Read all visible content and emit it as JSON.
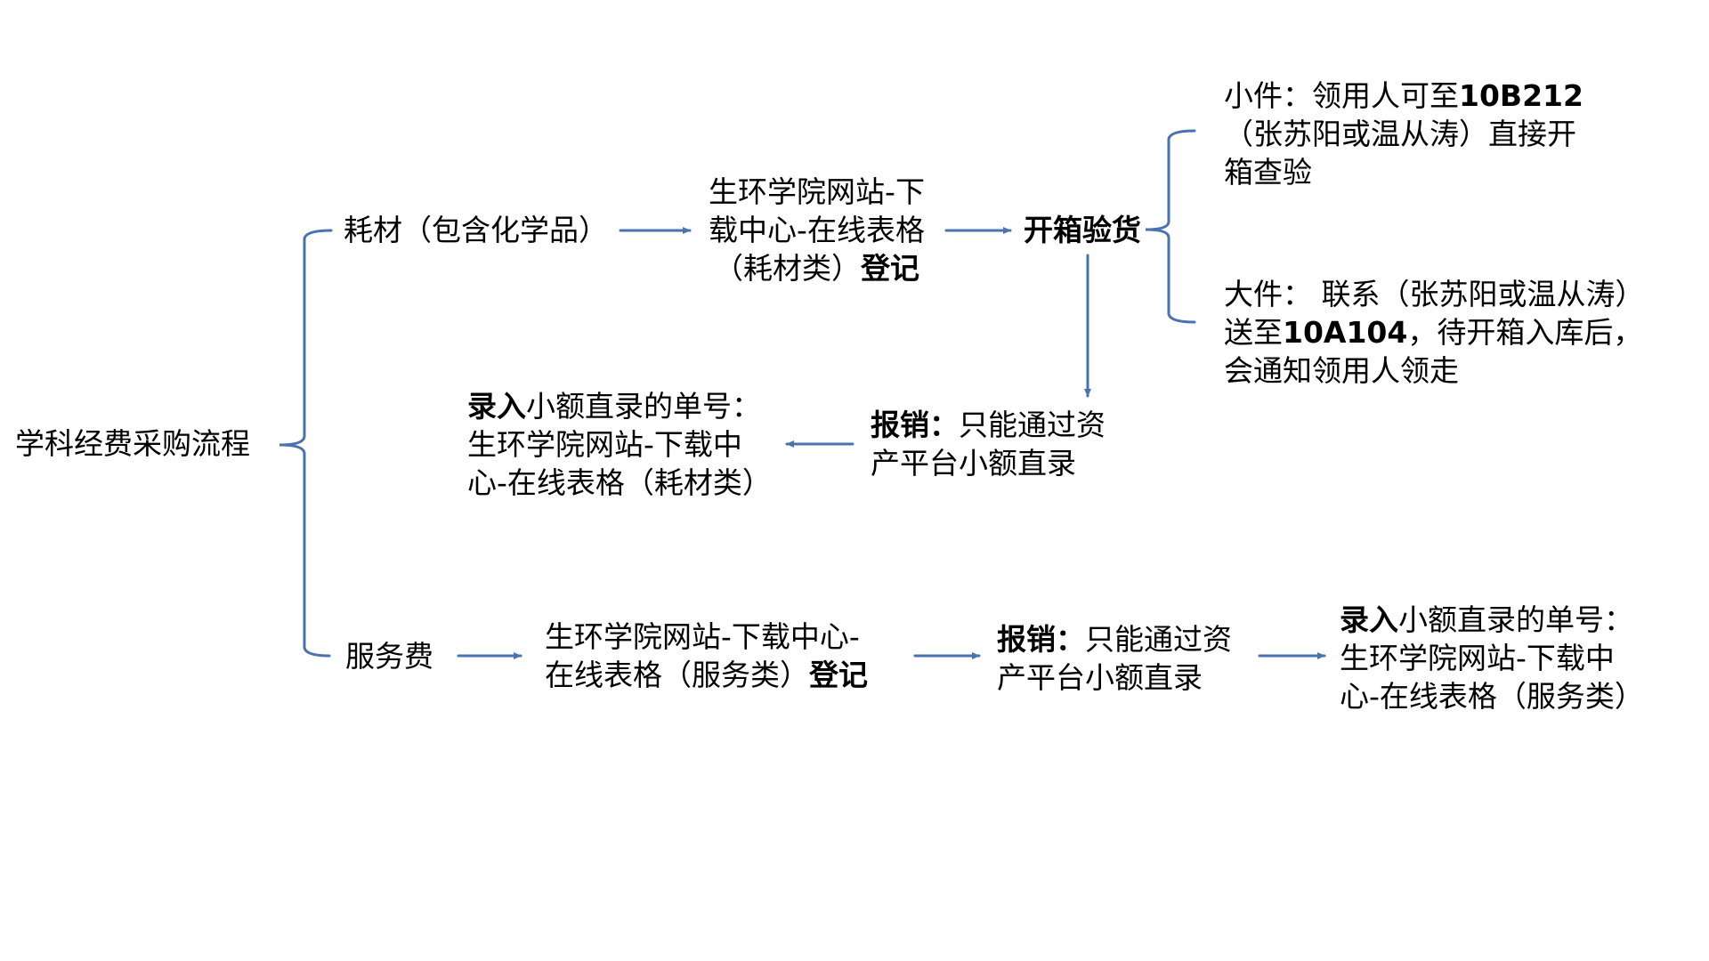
{
  "title": "学科经费采购流程",
  "colors": {
    "connector": "#4a72b0",
    "text": "#000000",
    "background": "#ffffff"
  },
  "branches": {
    "consumables": {
      "label": "耗材（包含化学品）",
      "register": {
        "lines": [
          "生环学院网站-下",
          "载中心-在线表格",
          "（耗材类）"
        ],
        "bold_suffix": "登记"
      },
      "inspect": "开箱验货",
      "small_item": {
        "lines": [
          "小件：领用人可至",
          "（张苏阳或温从涛）直接开",
          "箱查验"
        ],
        "bold_code": "10B212"
      },
      "large_item": {
        "lines": [
          "大件： 联系（张苏阳或温从涛）",
          "送至",
          "，待开箱入库后，",
          "会通知领用人领走"
        ],
        "bold_code": "10A104"
      },
      "reimburse": {
        "bold_prefix": "报销：",
        "lines": [
          "只能通过资",
          "产平台小额直录"
        ]
      },
      "record": {
        "bold_prefix": "录入",
        "lines": [
          "小额直录的单号：",
          "生环学院网站-下载中",
          "心-在线表格（耗材类）"
        ]
      }
    },
    "services": {
      "label": "服务费",
      "register": {
        "lines": [
          "生环学院网站-下载中心-",
          "在线表格（服务类）"
        ],
        "bold_suffix": "登记"
      },
      "reimburse": {
        "bold_prefix": "报销：",
        "lines": [
          "只能通过资",
          "产平台小额直录"
        ]
      },
      "record": {
        "bold_prefix": "录入",
        "lines": [
          "小额直录的单号：",
          "生环学院网站-下载中",
          "心-在线表格（服务类）"
        ]
      }
    }
  }
}
